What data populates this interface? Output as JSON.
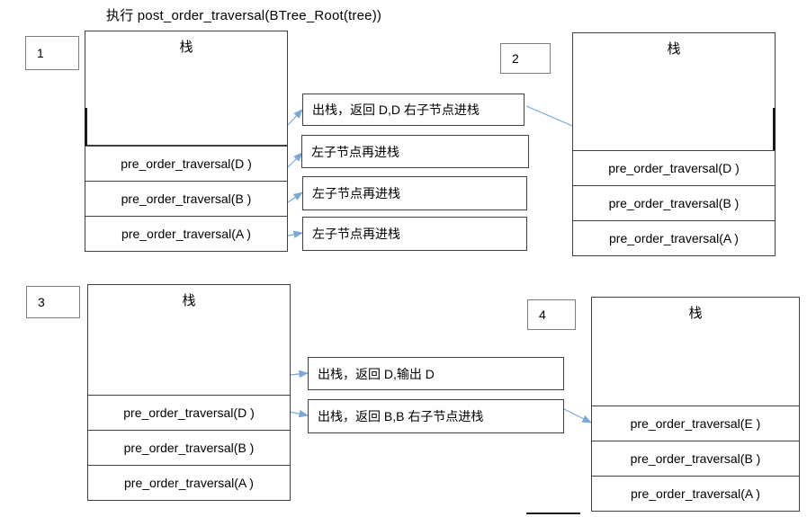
{
  "title": "执行 post_order_traversal(BTree_Root(tree))",
  "colors": {
    "arrow": "#7ba7d7",
    "box_border": "#3f3f3f",
    "tag_border": "#7f7f7f",
    "accent_edge": "#1a1a1a"
  },
  "stack_label": "栈",
  "panels": [
    {
      "number": "1",
      "header_label": "栈",
      "rows": [
        "pre_order_traversal(D )",
        "pre_order_traversal(B )",
        "pre_order_traversal(A )"
      ]
    },
    {
      "number": "2",
      "header_label": "栈",
      "rows": [
        "pre_order_traversal(D )",
        "pre_order_traversal(B )",
        "pre_order_traversal(A )"
      ]
    },
    {
      "number": "3",
      "header_label": "栈",
      "rows": [
        "pre_order_traversal(D )",
        "pre_order_traversal(B )",
        "pre_order_traversal(A )"
      ]
    },
    {
      "number": "4",
      "header_label": "栈",
      "rows": [
        "pre_order_traversal(E )",
        "pre_order_traversal(B )",
        "pre_order_traversal(A )"
      ]
    }
  ],
  "notes_top": [
    "出栈，返回 D,D 右子节点进栈",
    "左子节点再进栈",
    "左子节点再进栈",
    "左子节点再进栈"
  ],
  "notes_bottom": [
    "出栈，返回 D,输出 D",
    "出栈，返回 B,B 右子节点进栈"
  ]
}
